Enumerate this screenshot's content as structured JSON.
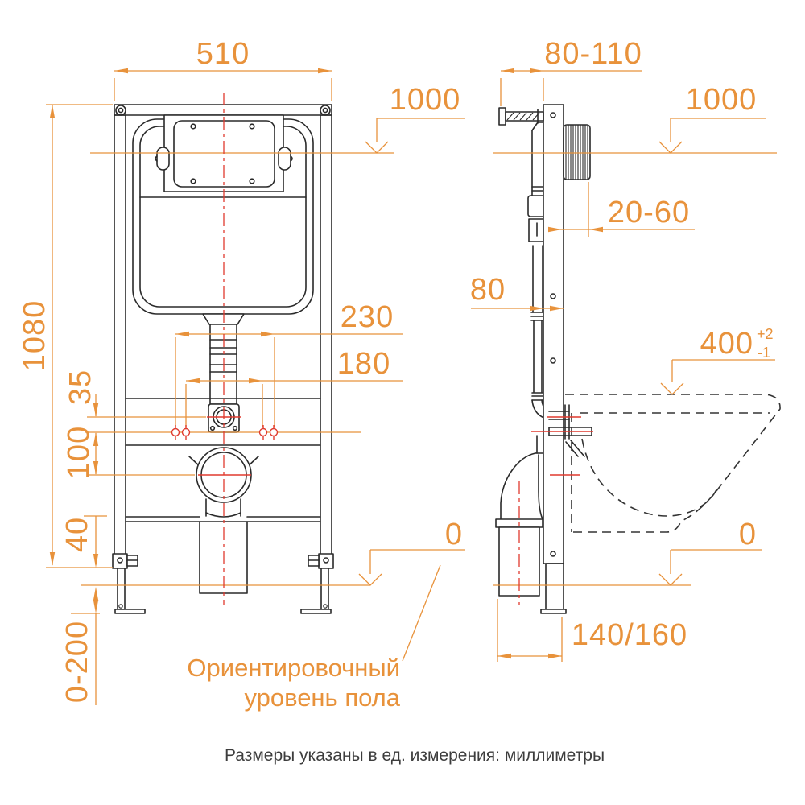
{
  "page": {
    "caption": "Размеры указаны в ед. измерения: миллиметры"
  },
  "floor_note": {
    "line1": "Ориентировочный",
    "line2": "уровень пола"
  },
  "colors": {
    "dimension": "#e8923b",
    "centerline": "#e03a2e",
    "outline": "#2a2a2a"
  },
  "front_view": {
    "frame_width": "510",
    "frame_height": "1080",
    "button_level": "1000",
    "outer_stud_spacing": "230",
    "inner_stud_spacing": "180",
    "inlet_offset": "35",
    "drain_offset": "100",
    "frame_bottom_offset": "40",
    "leg_adjust_range": "0-200",
    "floor_level": "0"
  },
  "side_view": {
    "rod_projection": "80-110",
    "button_level": "1000",
    "corrugation_range": "20-60",
    "frame_depth": "80",
    "bowl_height": "400",
    "bowl_height_tol_plus": "+2",
    "bowl_height_tol_minus": "-1",
    "outlet_distance": "140/160",
    "floor_level": "0"
  }
}
